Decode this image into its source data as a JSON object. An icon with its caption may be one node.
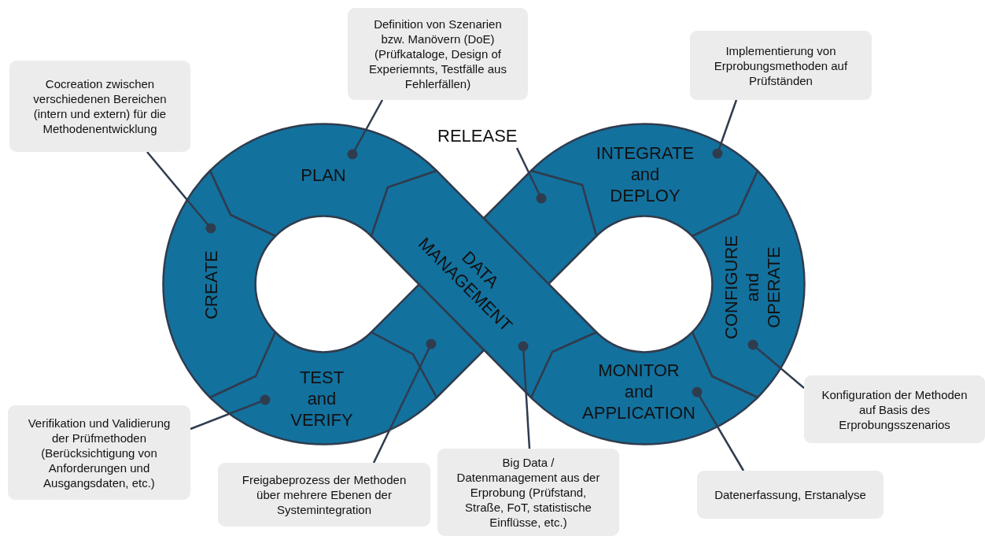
{
  "diagram": {
    "nodes": [
      {
        "text": [
          "Definition von Szenarien bzw. Manövern (DoE) (Prüfkataloge, Design of Experiemnts, Testfälle aus Fehlerfällen)"
        ]
      },
      {
        "text": [
          "Implementierung von Erprobungsmethoden auf Prüfständen"
        ]
      },
      {
        "text": [
          "Cocreation zwischen verschiedenen Bereichen (intern und extern) für die Methodenentwicklung"
        ]
      },
      {
        "text": [
          "RELEASE"
        ]
      },
      {
        "text": [
          "PLAN"
        ]
      },
      {
        "text": [
          "INTEGRATE and DEPLOY"
        ]
      },
      {
        "text": [],
        "shape": "band"
      },
      {
        "text": [
          "CREATE"
        ]
      },
      {
        "text": [
          "DATA MANAGEMENT"
        ]
      },
      {
        "text": [
          "CONFIGURE and OPERATE"
        ]
      },
      {
        "text": [
          "TEST and VERIFY"
        ]
      },
      {
        "text": [],
        "shape": "band"
      },
      {
        "text": [
          "MONITOR and APPLICATION"
        ]
      },
      {
        "text": [
          "Konfiguration der Methoden auf Basis des Erprobungsszenarios"
        ]
      },
      {
        "text": [
          "Verifikation und Validierung der Prüfmethoden (Berücksichtigung von Anforderungen und Ausgangsdaten, etc.)"
        ]
      },
      {
        "text": [
          "Freigabeprozess der Methoden über mehrere Ebenen der Systemintegration"
        ]
      },
      {
        "text": [
          "Big Data / Datenmanagement aus der Erprobung (Prüfstand, Straße, FoT, statistische Einflüsse, etc.)"
        ]
      },
      {
        "text": [
          "Datenerfassung, Erstanalyse"
        ]
      }
    ],
    "edges": [
      {
        "from": 0,
        "to": 4,
        "arrow": "other"
      },
      {
        "from": 1,
        "to": 5,
        "arrow": "other"
      },
      {
        "from": 2,
        "to": 7,
        "arrow": "other"
      },
      {
        "from": 3,
        "to": 6,
        "arrow": "other"
      },
      {
        "from": 13,
        "to": 9,
        "arrow": "other"
      },
      {
        "from": 14,
        "to": 10,
        "arrow": "other"
      },
      {
        "from": 15,
        "to": 11,
        "arrow": "other"
      },
      {
        "from": 16,
        "to": 8,
        "arrow": "other"
      },
      {
        "from": 17,
        "to": 12,
        "arrow": "other"
      }
    ]
  }
}
